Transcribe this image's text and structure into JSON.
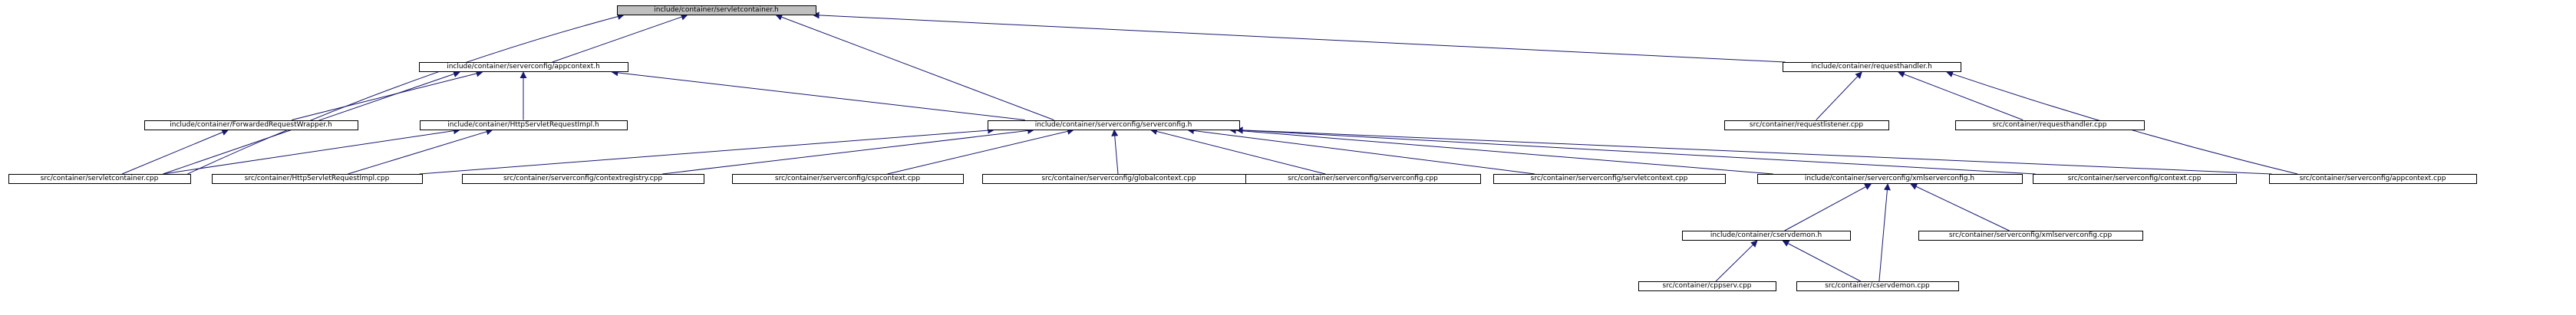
{
  "colors": {
    "edge": "#191970",
    "node_border": "#000000",
    "root_fill": "#bfbfbf",
    "node_fill": "#ffffff"
  },
  "nodes": {
    "root": "include/container/servletcontainer.h",
    "appcontext_h": "include/container/serverconfig/appcontext.h",
    "requesthandler_h": "include/container/requesthandler.h",
    "forwarded_h": "include/container/ForwardedRequestWrapper.h",
    "httpimpl_h": "include/container/HttpServletRequestImpl.h",
    "serverconfig_h": "include/container/serverconfig/serverconfig.h",
    "requestlistener_cpp": "src/container/requestlistener.cpp",
    "requesthandler_cpp": "src/container/requesthandler.cpp",
    "servletcontainer_cpp": "src/container/servletcontainer.cpp",
    "httpimpl_cpp": "src/container/HttpServletRequestImpl.cpp",
    "contextregistry_cpp": "src/container/serverconfig/contextregistry.cpp",
    "cspcontext_cpp": "src/container/serverconfig/cspcontext.cpp",
    "globalcontext_cpp": "src/container/serverconfig/globalcontext.cpp",
    "serverconfig_cpp": "src/container/serverconfig/serverconfig.cpp",
    "servletcontext_cpp": "src/container/serverconfig/servletcontext.cpp",
    "xmlserverconfig_h": "include/container/serverconfig/xmlserverconfig.h",
    "context_cpp": "src/container/serverconfig/context.cpp",
    "appcontext_cpp": "src/container/serverconfig/appcontext.cpp",
    "cservdemon_h": "include/container/cservdemon.h",
    "xmlserverconfig_cpp": "src/container/serverconfig/xmlserverconfig.cpp",
    "cppserv_cpp": "src/container/cppserv.cpp",
    "cservdemon_cpp": "src/container/cservdemon.cpp"
  }
}
